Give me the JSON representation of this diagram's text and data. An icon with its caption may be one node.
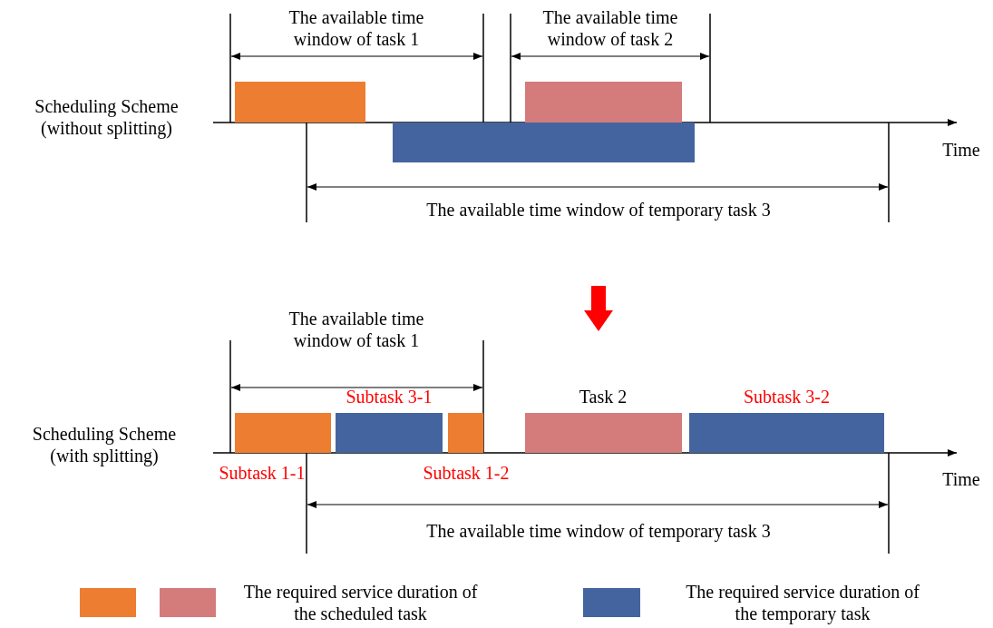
{
  "diagram": {
    "nodes": [
      {
        "text": [],
        "shape": "bar"
      },
      {
        "text": [],
        "shape": "bar"
      },
      {
        "text": [],
        "shape": "bar"
      },
      {
        "text": [
          "Subtask 1-1"
        ]
      },
      {
        "text": [
          "Subtask 3-1"
        ]
      },
      {
        "text": [
          "Subtask 1-2"
        ]
      },
      {
        "text": [
          "Task 2"
        ]
      },
      {
        "text": [
          "Subtask 3-2"
        ]
      }
    ],
    "labels": [
      "The available time window of task 1",
      "The available time window of task 2",
      "Scheduling Scheme (without splitting)",
      "Time",
      "The available time window of temporary task 3",
      "The available time window of task 1",
      "Scheduling Scheme (with splitting)",
      "Time",
      "The available time window of temporary task 3"
    ],
    "legend": [
      {
        "text": "The required service duration of the scheduled task",
        "color": "#ed7d31"
      },
      {
        "text": "The required service duration of the temporary task",
        "color": "#4464a0"
      }
    ]
  }
}
